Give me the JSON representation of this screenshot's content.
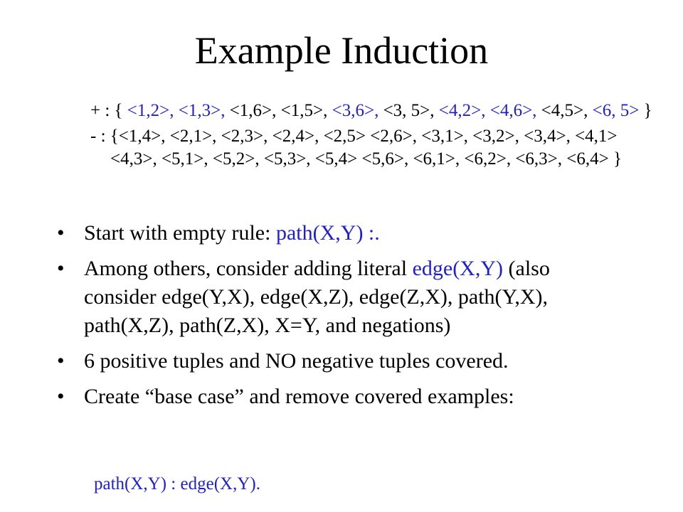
{
  "title": "Example Induction",
  "positive": {
    "prefix": "+ : { ",
    "tuples": [
      {
        "text": "<1,2>",
        "covered": true
      },
      {
        "text": "<1,3>",
        "covered": true
      },
      {
        "text": "<1,6>",
        "covered": false
      },
      {
        "text": "<1,5>",
        "covered": false
      },
      {
        "text": "<3,6>",
        "covered": true
      },
      {
        "text": "<3, 5>",
        "covered": false
      },
      {
        "text": "<4,2>",
        "covered": true
      },
      {
        "text": "<4,6>",
        "covered": true
      },
      {
        "text": "<4,5>",
        "covered": false
      },
      {
        "text": "<6, 5>",
        "covered": true
      }
    ],
    "suffix": " }"
  },
  "negative": {
    "prefix": "- : {",
    "text": "<1,4>, <2,1>, <2,3>, <2,4>, <2,5> <2,6>, <3,1>, <3,2>, <3,4>, <4,1> <4,3>, <5,1>, <5,2>, <5,3>, <5,4> <5,6>, <6,1>, <6,2>, <6,3>, <6,4> }"
  },
  "bullets": {
    "b1_pre": "Start with empty rule: ",
    "b1_blue": "path(X,Y) :.",
    "b2_pre": "Among others, consider adding literal ",
    "b2_blue": "edge(X,Y)",
    "b2_post": " (also consider edge(Y,X), edge(X,Z), edge(Z,X), path(Y,X), path(X,Z), path(Z,X), X=Y, and negations)",
    "b3": "6 positive tuples and NO negative tuples covered.",
    "b4": "Create “base case” and remove covered examples:"
  },
  "rule": "path(X,Y) : edge(X,Y).",
  "colors": {
    "highlight": "#1f1fd1",
    "text": "#000000"
  }
}
